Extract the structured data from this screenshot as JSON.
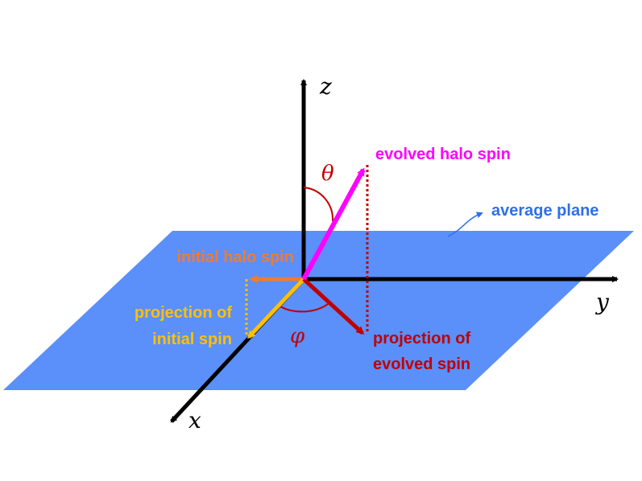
{
  "colors": {
    "plane": "#5b8ff9",
    "axis": "#000000",
    "evolved": "#ff00ff",
    "projection_evolved": "#c00000",
    "initial": "#ed7d31",
    "projection_initial": "#ffc000",
    "plane_label": "#2f6fe8",
    "angle": "#c00000"
  },
  "axes": {
    "x": "x",
    "y": "y",
    "z": "z"
  },
  "angles": {
    "theta": "θ",
    "phi": "φ"
  },
  "labels": {
    "evolved_spin": "evolved halo spin",
    "average_plane": "average plane",
    "initial_spin": "initial halo spin",
    "projection_initial_line1": "projection of",
    "projection_initial_line2": "initial spin",
    "projection_evolved_line1": "projection of",
    "projection_evolved_line2": "evolved spin"
  }
}
